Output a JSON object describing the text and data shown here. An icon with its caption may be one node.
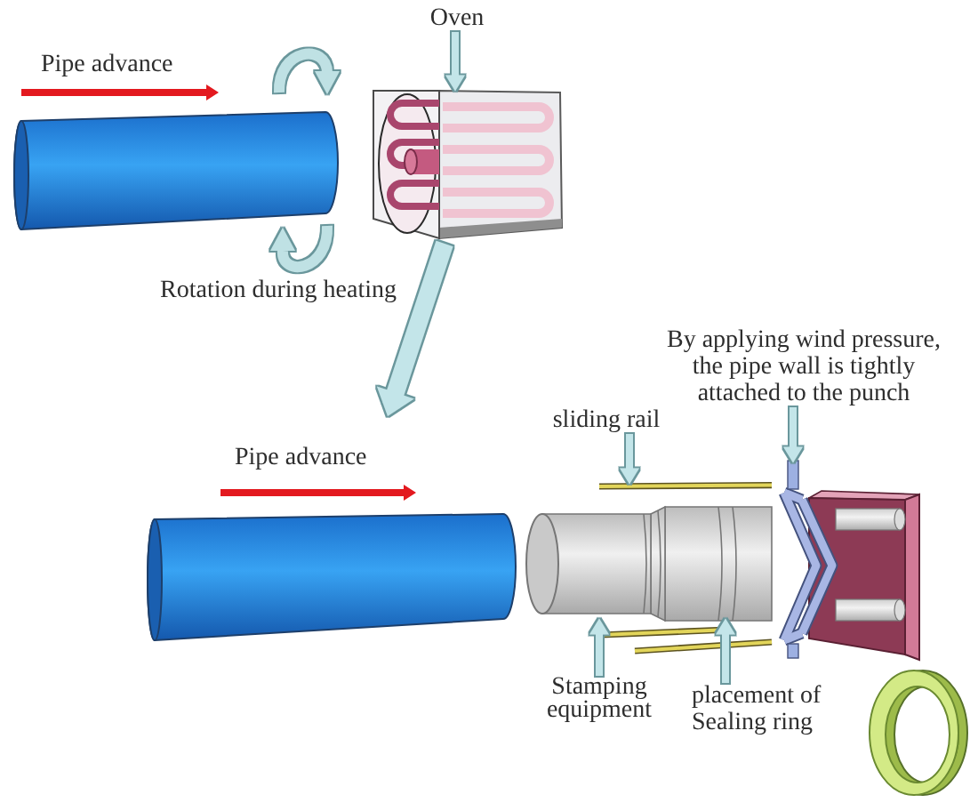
{
  "diagram": {
    "nodes": [
      {
        "text": [
          "Oven"
        ]
      },
      {
        "text": [],
        "shape": "picture"
      },
      {
        "text": [
          "By applying wind pressure, the pipe wall is tightly attached to the punch"
        ]
      },
      {
        "text": [
          "sliding rail"
        ]
      },
      {
        "text": [],
        "shape": "bar"
      },
      {
        "text": [],
        "shape": "picture"
      },
      {
        "text": [
          "Stamping equipment"
        ]
      },
      {
        "text": [],
        "shape": "cylinder"
      },
      {
        "text": [
          "placement of Sealing ring"
        ]
      }
    ],
    "edges": [
      {
        "from": 0,
        "to": 1,
        "arrow": "to"
      },
      {
        "from": 1,
        "to": null,
        "arrow": "to",
        "style": "thick"
      },
      {
        "from": 2,
        "to": 5,
        "arrow": "to"
      },
      {
        "from": 3,
        "to": 4,
        "arrow": "to"
      },
      {
        "from": 6,
        "to": 7,
        "arrow": "to"
      },
      {
        "from": 8,
        "to": 7,
        "arrow": "to"
      }
    ],
    "labels": [
      "Pipe advance",
      "Rotation during heating",
      "Pipe advance"
    ]
  }
}
